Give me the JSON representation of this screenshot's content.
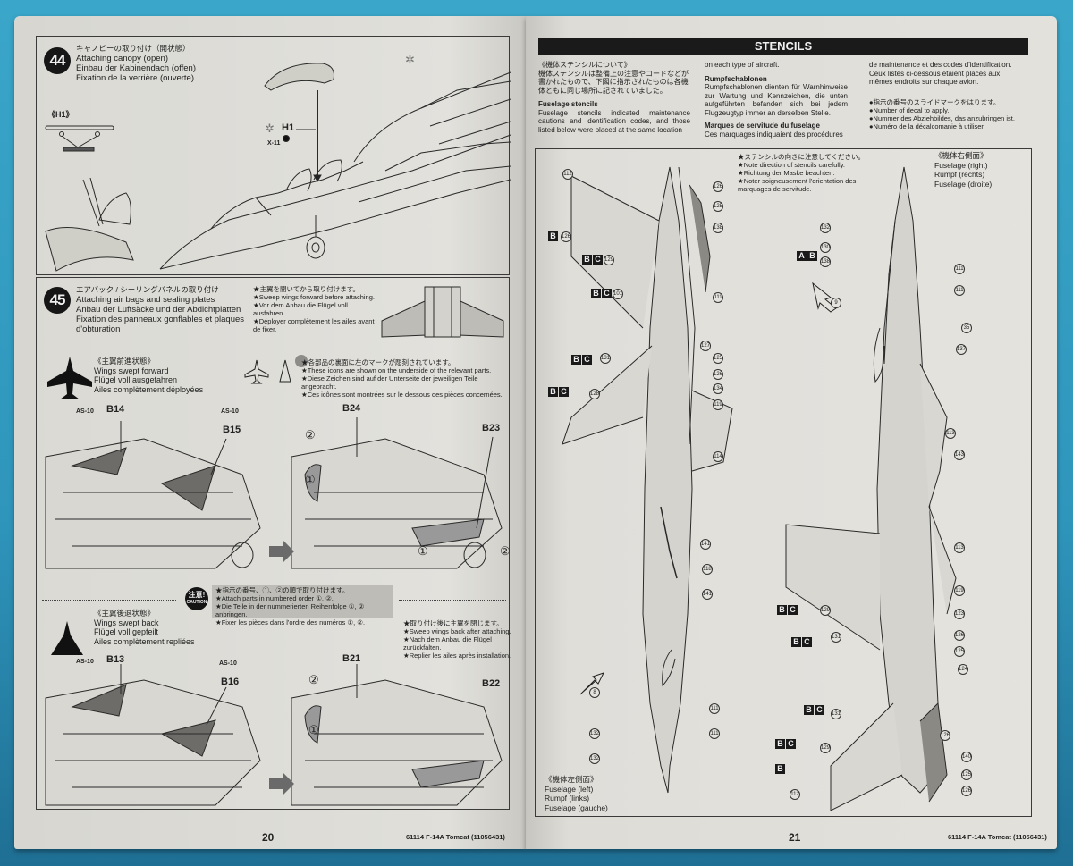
{
  "left_page": {
    "page_number": "20",
    "footer": "61114 F-14A Tomcat (11056431)",
    "step44": {
      "number": "44",
      "title_jp": "キャノピーの取り付け（開状態）",
      "title_en": "Attaching canopy (open)",
      "title_de": "Einbau der Kabinendach (offen)",
      "title_fr": "Fixation de la verrière (ouverte)",
      "inset_label": "《H1》",
      "part_label": "H1",
      "paint_code": "X-11"
    },
    "step45": {
      "number": "45",
      "title_jp": "エアバック / シーリングパネルの取り付け",
      "title_en": "Attaching air bags and sealing plates",
      "title_de": "Anbau der Luftsäcke und der Abdichtplatten",
      "title_fr": "Fixation des panneaux gonflables et plaques d'obturation",
      "note_forward": [
        "★主翼を開いてから取り付けます。",
        "★Sweep wings forward before attaching.",
        "★Vor dem Anbau die Flügel voll ausfahren.",
        "★Déployer complètement les ailes avant de fixer."
      ],
      "icons_note": [
        "★各部品の裏面に左のマークが彫刻されています。",
        "★These icons are shown on the underside of the relevant parts.",
        "★Diese Zeichen sind auf der Unterseite der jeweiligen Teile angebracht.",
        "★Ces icônes sont montrées sur le dessous des pièces concernées."
      ],
      "forward": {
        "heading_jp": "《主翼前進状態》",
        "en": "Wings swept forward",
        "de": "Flügel voll ausgefahren",
        "fr": "Ailes complètement déployées",
        "parts": [
          "B14",
          "B15",
          "B24",
          "B23"
        ],
        "paint": "AS-10"
      },
      "caution": {
        "badge_jp": "注意!",
        "badge_en": "CAUTION",
        "lines": [
          "★指示の番号、①、②の順で取り付けます。",
          "★Attach parts in numbered order ①, ②.",
          "★Die Teile in der nummerierten Reihenfolge ①, ② anbringen.",
          "★Fixer les pièces dans l'ordre des numéros ①, ②."
        ]
      },
      "back": {
        "heading_jp": "《主翼後退状態》",
        "en": "Wings swept back",
        "de": "Flügel voll gepfeilt",
        "fr": "Ailes complètement repliées",
        "parts": [
          "B13",
          "B16",
          "B21",
          "B22"
        ],
        "paint": "AS-10"
      },
      "note_back": [
        "★取り付け後に主翼を閉じます。",
        "★Sweep wings back after attaching.",
        "★Nach dem Anbau die Flügel zurückfalten.",
        "★Replier les ailes après installation."
      ],
      "order_marks": [
        "①",
        "②"
      ]
    }
  },
  "right_page": {
    "page_number": "21",
    "footer": "61114 F-14A Tomcat (11056431)",
    "banner": "STENCILS",
    "intro_col1": {
      "jp_heading": "《機体ステンシルについて》",
      "jp_body": "機体ステンシルは整備上の注意やコードなどが書かれたもので、下図に指示されたものは各機体ともに同じ場所に記されていました。",
      "en_heading": "Fuselage stencils",
      "en_body": "Fuselage stencils indicated maintenance cautions and identification codes, and those listed below were placed at the same location"
    },
    "intro_col2": {
      "en_tail": "on each type of aircraft.",
      "de_heading": "Rumpfschablonen",
      "de_body": "Rumpfschablonen dienten für Warnhinweise zur Wartung und Kennzeichen, die unten aufgeführten befanden sich bei jedem Flugzeugtyp immer an derselben Stelle.",
      "fr_heading": "Marques de servitude du fuselage",
      "fr_body": "Ces marquages indiquaient des procédures"
    },
    "intro_col3": {
      "fr_tail": "de maintenance et des codes d'identification. Ceux listés ci-dessous étaient placés aux mêmes endroits sur chaque avion."
    },
    "legend": [
      "●指示の番号のスライドマークをはります。",
      "●Number of decal to apply.",
      "●Nummer des Abziehbildes, das anzubringen ist.",
      "●Numéro de la décalcomanie à utiliser."
    ],
    "direction_note": [
      "★ステンシルの向きに注意してください。",
      "★Note direction of stencils carefully.",
      "★Richtung der Maske beachten.",
      "★Noter soigneusement l'orientation des marquages de servitude."
    ],
    "right_view": {
      "jp": "《機体右側面》",
      "en": "Fuselage (right)",
      "de": "Rumpf (rechts)",
      "fr": "Fuselage (droite)"
    },
    "left_view": {
      "jp": "《機体左側面》",
      "en": "Fuselage (left)",
      "de": "Rumpf (links)",
      "fr": "Fuselage (gauche)"
    },
    "version_tags": {
      "bc": [
        "B",
        "C"
      ],
      "ab": [
        "A",
        "B"
      ],
      "b": [
        "B"
      ]
    },
    "left_callouts": [
      "112",
      "126",
      "129",
      "101",
      "126",
      "125",
      "138",
      "111",
      "127",
      "131",
      "128",
      "125",
      "126",
      "134",
      "119",
      "114",
      "141",
      "118",
      "141",
      "8",
      "111",
      "111",
      "132",
      "132"
    ],
    "right_callouts": [
      "132",
      "130",
      "138",
      "111",
      "111",
      "9",
      "35",
      "137",
      "113",
      "143",
      "113",
      "119",
      "123",
      "126",
      "125",
      "124",
      "131",
      "129",
      "131",
      "129",
      "126",
      "140",
      "125",
      "126",
      "112"
    ]
  }
}
